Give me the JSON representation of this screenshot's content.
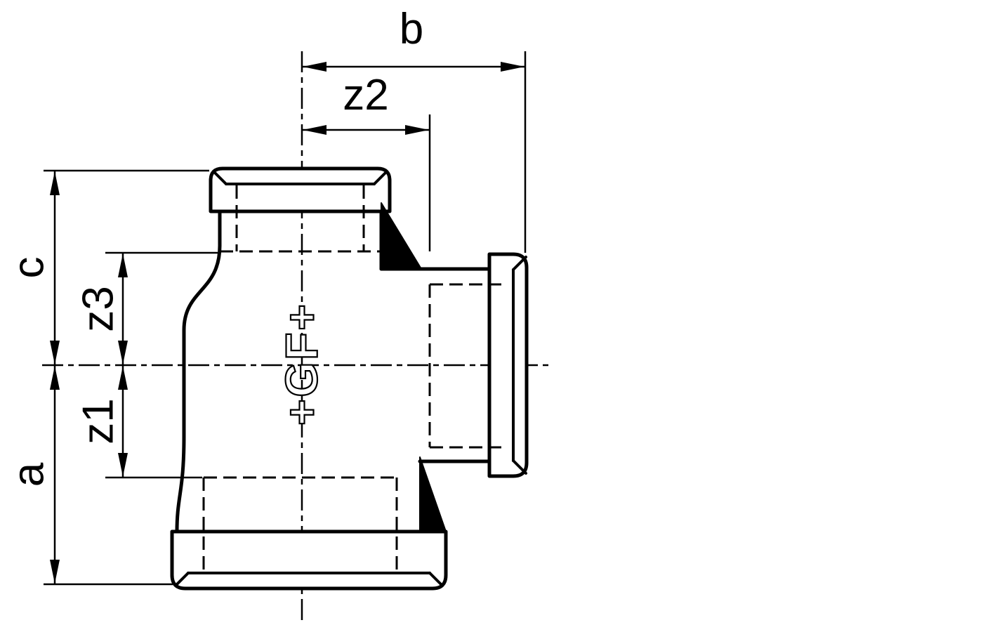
{
  "drawing": {
    "background": "#ffffff",
    "line_color": "#000000",
    "logo_text": "+GF+",
    "dimensions": {
      "b": "b",
      "z2": "z2",
      "c": "c",
      "z3": "z3",
      "z1": "z1",
      "a": "a"
    }
  }
}
